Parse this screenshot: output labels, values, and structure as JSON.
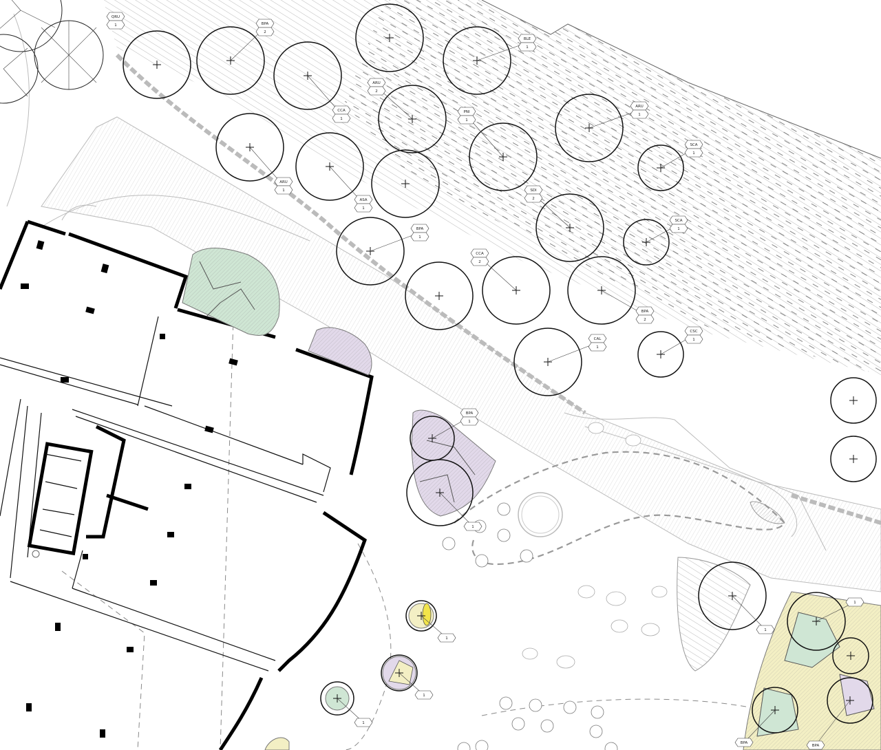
{
  "trees": [
    {
      "code": "QRU",
      "qty": "1"
    },
    {
      "code": "BPA",
      "qty": "2"
    },
    {
      "code": "CCA",
      "qty": "1"
    },
    {
      "code": "ARU",
      "qty": "1"
    },
    {
      "code": "ASA",
      "qty": "1"
    },
    {
      "code": "ARU",
      "qty": "2"
    },
    {
      "code": "BPA",
      "qty": "1"
    },
    {
      "code": "PNI",
      "qty": "1"
    },
    {
      "code": "BLE",
      "qty": "1"
    },
    {
      "code": "SDI",
      "qty": "2"
    },
    {
      "code": "ARU",
      "qty": "1"
    },
    {
      "code": "SCA",
      "qty": "1"
    },
    {
      "code": "SCA",
      "qty": "1"
    },
    {
      "code": "CCA",
      "qty": "2"
    },
    {
      "code": "BPA",
      "qty": "2"
    },
    {
      "code": "CAL",
      "qty": "1"
    },
    {
      "code": "CSC",
      "qty": "1"
    },
    {
      "code": "BPA",
      "qty": "1"
    },
    {
      "code": "",
      "qty": "1"
    },
    {
      "code": "",
      "qty": "1"
    },
    {
      "code": "",
      "qty": "1"
    },
    {
      "code": "",
      "qty": "1"
    },
    {
      "code": "",
      "qty": "1"
    },
    {
      "code": "",
      "qty": "1"
    },
    {
      "code": "BPA",
      "qty": ""
    },
    {
      "code": "BPA",
      "qty": ""
    }
  ],
  "colors": {
    "planting_green": "#cfe6d4",
    "planting_lilac": "#e2d9ea",
    "planting_yellow": "#f3efc4",
    "accent_yellow": "#f2e44a",
    "hatch": "#9a9a9a"
  }
}
